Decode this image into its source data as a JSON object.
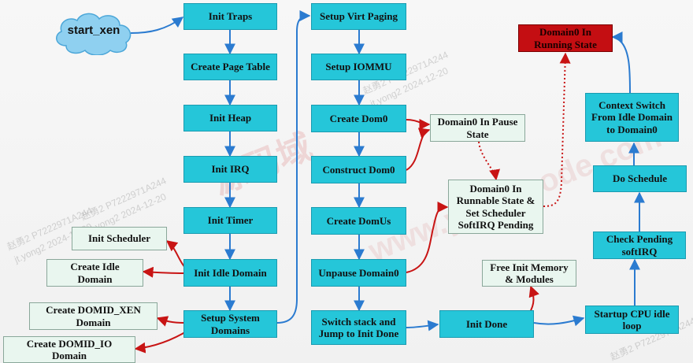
{
  "start": "start_xen",
  "column1": [
    "Init Traps",
    "Create Page Table",
    "Init Heap",
    "Init IRQ",
    "Init Timer",
    "Init Idle Domain",
    "Setup System\nDomains"
  ],
  "column1_side": [
    "Init Scheduler",
    "Create Idle\nDomain",
    "Create DOMID_XEN\nDomain",
    "Create DOMID_IO\nDomain"
  ],
  "column2": [
    "Setup Virt Paging",
    "Setup IOMMU",
    "Create Dom0",
    "Construct Dom0",
    "Create DomUs",
    "Unpause Domain0",
    "Switch stack and\nJump to Init Done"
  ],
  "states": {
    "pause": "Domain0 In Pause\nState",
    "runnable": "Domain0 In\nRunnable State &\nSet Scheduler\nSoftIRQ Pending",
    "running": "Domain0 In\nRunning State"
  },
  "tail": {
    "init_done": "Init Done",
    "free_mem": "Free Init Memory\n& Modules",
    "startup_idle": "Startup CPU idle\nloop",
    "check_pending": "Check Pending\nsoftIRQ",
    "do_schedule": "Do Schedule",
    "context_switch": "Context Switch\nFrom Idle Domain\nto Domain0"
  },
  "watermarks": {
    "big": "源码域",
    "url": "www.yomocode.com",
    "stamps": [
      "赵勇2 P7222971A244",
      "jt.yong2 2024-12-20"
    ]
  },
  "colors": {
    "box_fill": "#25c6d9",
    "side_fill": "#e9f6ef",
    "running_fill": "#c40e12",
    "flow_arrow": "#2b7bd0",
    "side_arrow": "#c81414",
    "state_arrow": "#c81414",
    "cloud": "#8fd0f0"
  },
  "icons": {
    "start": "cloud-shape",
    "arrow_head": "triangle-arrowhead"
  }
}
